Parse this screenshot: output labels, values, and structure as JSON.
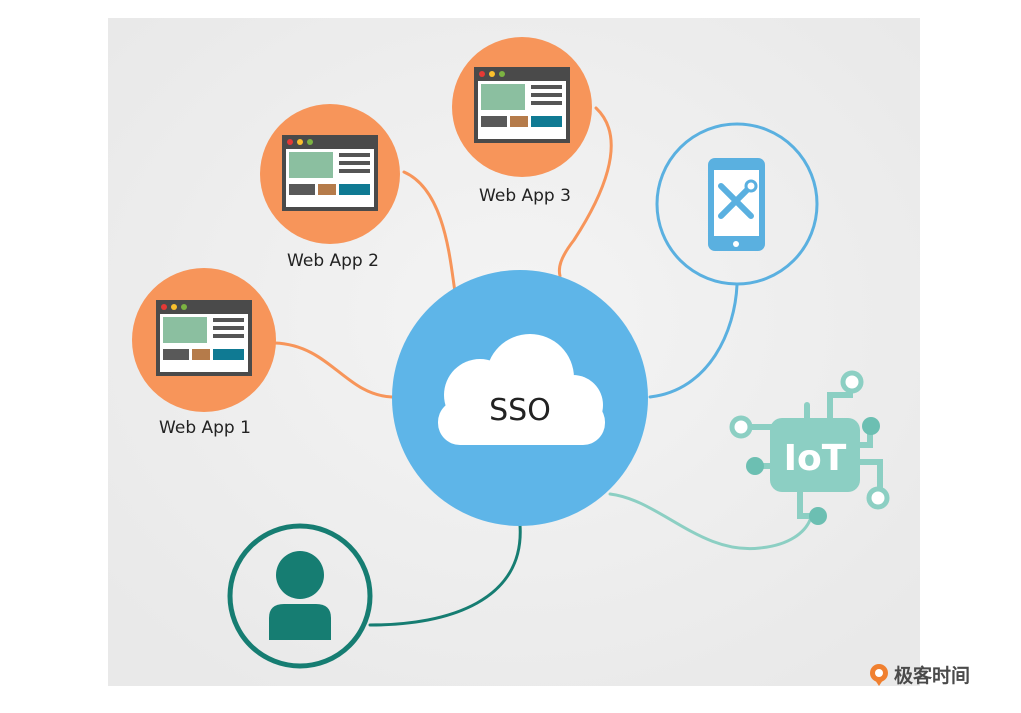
{
  "center": {
    "label": "SSO"
  },
  "nodes": {
    "web_app_1": {
      "label": "Web App 1"
    },
    "web_app_2": {
      "label": "Web App 2"
    },
    "web_app_3": {
      "label": "Web App 3"
    },
    "iot": {
      "label": "IoT"
    }
  },
  "brand": {
    "name": "极客时间"
  },
  "colors": {
    "web_app": "#f7955a",
    "sso": "#5eb5e8",
    "mobile": "#5ab0e0",
    "user": "#167d72",
    "iot": "#8ccfc3",
    "iot_dark": "#6cbfb2"
  },
  "icons": [
    "browser-window-icon",
    "cloud-icon",
    "mobile-tools-icon",
    "user-icon",
    "iot-chip-icon"
  ]
}
